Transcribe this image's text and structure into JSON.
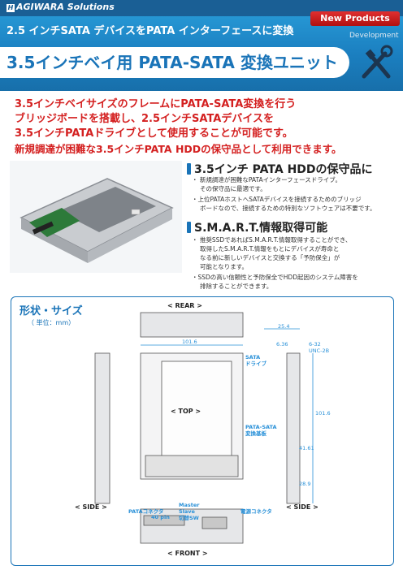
{
  "header": {
    "logo_text": "AGIWARA Solutions",
    "logo_mark": "H",
    "subtitle": "2.5 インチSATA デバイスをPATA インターフェースに変換",
    "badge": "New Products",
    "badge_sub": "Development",
    "title": "3.5インチベイ用 PATA-SATA 変換ユニット",
    "tools_icon": "wrench-screwdriver-icon"
  },
  "intro": {
    "lines": [
      "3.5インチベイサイズのフレームにPATA-SATA変換を行う",
      "ブリッジボードを搭載し、2.5インチSATAデバイスを",
      "3.5インチPATAドライブとして使用することが可能です。"
    ],
    "note": "新規調達が困難な3.5インチPATA HDDの保守品として利用できます。"
  },
  "sections": [
    {
      "heading": "3.5インチ PATA HDDの保守品に",
      "bullets": [
        [
          "・ 新規調達が困難なPATAインターフェースドライブ。",
          "その保守品に最適です。"
        ],
        [
          "・上位PATAホストへSATAデバイスを接続するためのブリッジ",
          "ボードなので、接続するための特別なソフトウェアは不要です。"
        ]
      ]
    },
    {
      "heading": "S.M.A.R.T.情報取得可能",
      "bullets": [
        [
          "・ 推奨SSDであればS.M.A.R.T.情報取得することができ、",
          "取得したS.M.A.R.T.情報をもとにデバイスが寿命と",
          "なる前に新しいデバイスと交換する「予防保全」が",
          "可能となります。"
        ],
        [
          "・SSDの高い信頼性と予防保全でHDD起因のシステム障害を",
          "排除することができます。"
        ]
      ]
    }
  ],
  "diagram": {
    "title": "形状・サイズ",
    "unit": "（ 単位：mm）",
    "rear": "< REAR >",
    "top": "< TOP >",
    "front": "< FRONT >",
    "side": "< SIDE >",
    "sata_label": [
      "SATA",
      "ドライブ"
    ],
    "board_label": [
      "PATA-SATA",
      "変換基板"
    ],
    "pata_label": "PATAコネクタ",
    "pins_label": "40 pin",
    "master_label": [
      "Master",
      "Slave",
      "切替SW"
    ],
    "power_label": "電源コネクタ",
    "dims": {
      "width": "101.6",
      "d254": "25.4",
      "d636": "6.36",
      "screw": [
        "6-32",
        "UNC-2B"
      ],
      "d1016": "101.6",
      "d4161": "41.61",
      "d289": "28.9"
    }
  }
}
